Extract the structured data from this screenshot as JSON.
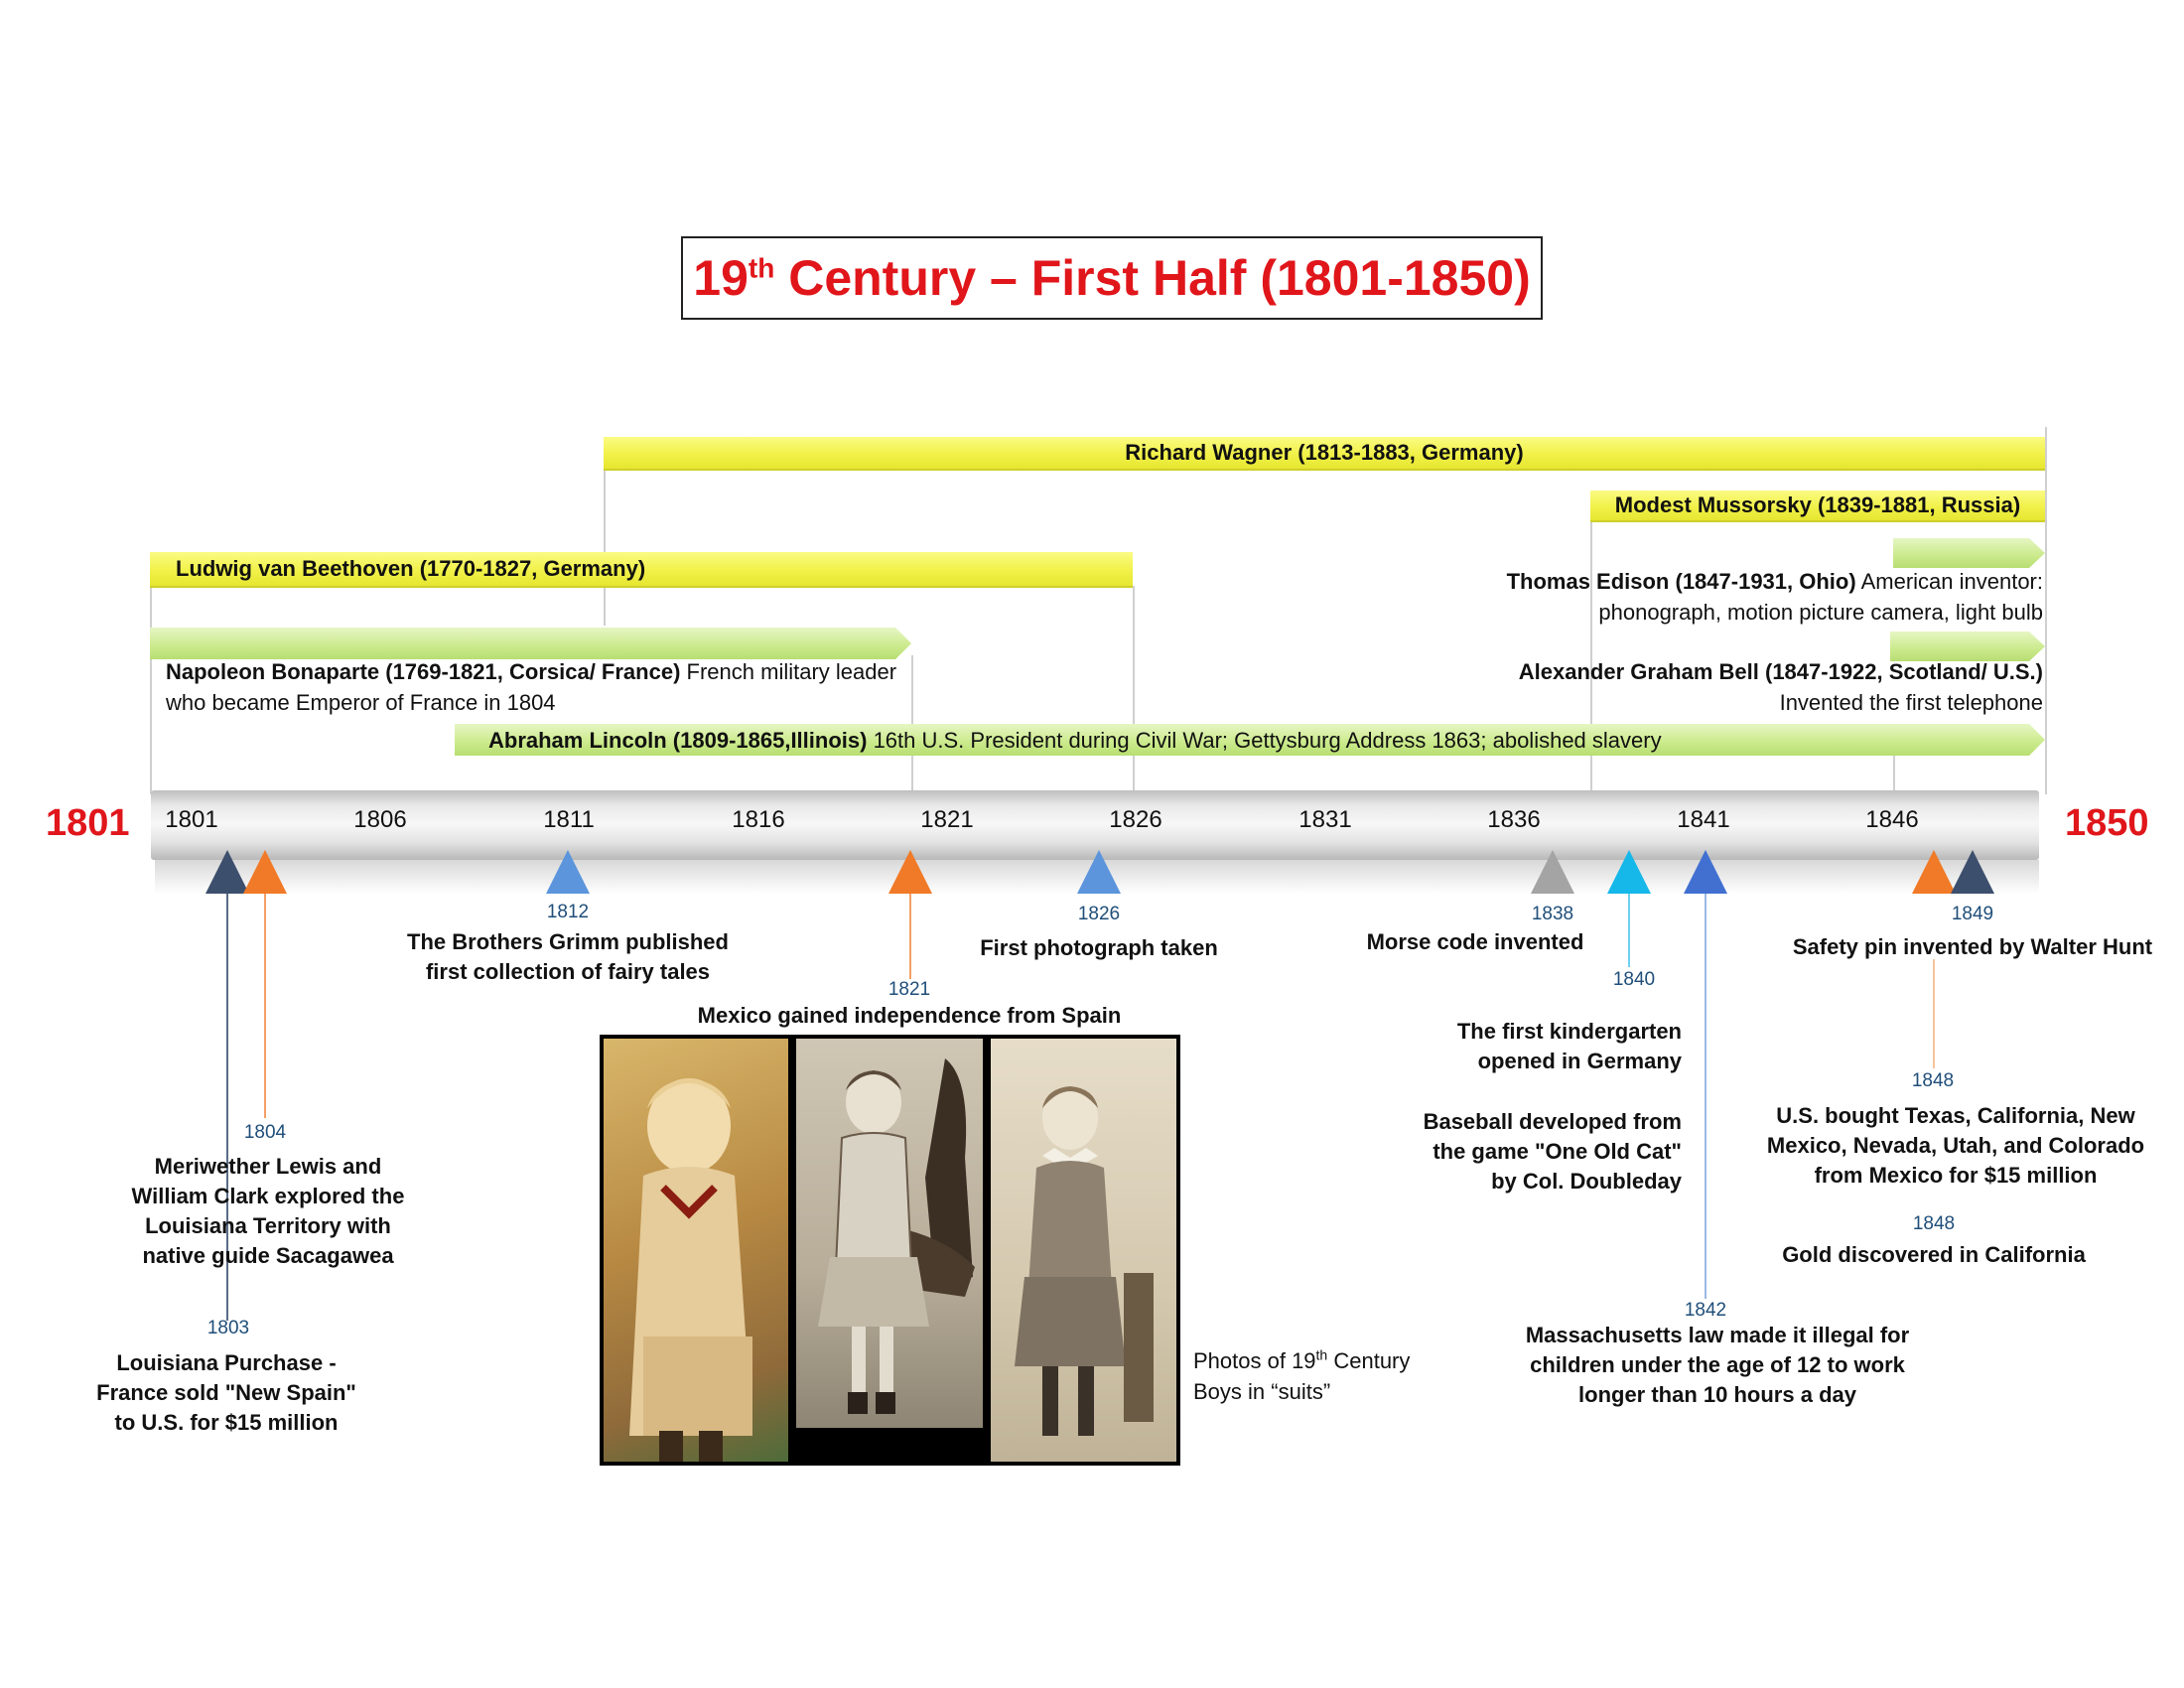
{
  "title": {
    "main": "19",
    "sup": "th",
    "rest": " Century – First Half (1801-1850)"
  },
  "bars": {
    "wagner": "Richard Wagner (1813-1883, Germany)",
    "mussorsky": "Modest Mussorsky (1839-1881, Russia)",
    "beethoven": "Ludwig van Beethoven (1770-1827, Germany)",
    "edison_name": "Thomas Edison (1847-1931, Ohio)",
    "edison_desc1": " American inventor:",
    "edison_desc2": "phonograph, motion picture camera, light bulb",
    "napoleon_name": "Napoleon Bonaparte (1769-1821, Corsica/ France)",
    "napoleon_desc1": " French military leader",
    "napoleon_desc2": "who became Emperor of France in 1804",
    "bell_name": "Alexander Graham Bell (1847-1922, Scotland/ U.S.)",
    "bell_desc": "Invented the first telephone",
    "lincoln_name": "Abraham Lincoln (1809-1865,Illinois)",
    "lincoln_desc": " 16th U.S. President during Civil War; Gettysburg Address 1863; abolished slavery"
  },
  "axis": {
    "start": "1801",
    "end": "1850",
    "ticks": [
      "1801",
      "1806",
      "1811",
      "1816",
      "1821",
      "1826",
      "1831",
      "1836",
      "1841",
      "1846"
    ]
  },
  "events": {
    "e1812_year": "1812",
    "e1812_text": "The Brothers Grimm published\nfirst collection of fairy tales",
    "e1821_year": "1821",
    "e1821_text": "Mexico gained independence from Spain",
    "e1826_year": "1826",
    "e1826_text": "First photograph taken",
    "e1838_year": "1838",
    "e1838_text": "Morse code invented",
    "e1840_year": "1840",
    "e1840_text1": "The first kindergarten\nopened in Germany",
    "e1840_text2": "Baseball developed from\nthe game  \"One Old Cat\"\nby Col. Doubleday",
    "e1849_year": "1849",
    "e1849_text": "Safety pin invented by Walter Hunt",
    "e1804_year": "1804",
    "e1804_text": "Meriwether Lewis and\nWilliam Clark explored the\nLouisiana Territory with\nnative guide Sacagawea",
    "e1803_year": "1803",
    "e1803_text": "Louisiana Purchase -\nFrance sold \"New Spain\"\nto U.S. for $15 million",
    "e1842_year": "1842",
    "e1842_text": "Massachusetts law made it illegal for\nchildren under the age of 12 to work\nlonger than 10 hours a day",
    "e1848a_year": "1848",
    "e1848a_text": "U.S. bought Texas, California, New\nMexico, Nevada, Utah, and Colorado\nfrom Mexico for $15 million",
    "e1848b_year": "1848",
    "e1848b_text": "Gold discovered in California"
  },
  "photo_caption": {
    "line1a": "Photos of 19",
    "line1sup": "th",
    "line1b": " Century",
    "line2": "Boys in “suits”"
  }
}
